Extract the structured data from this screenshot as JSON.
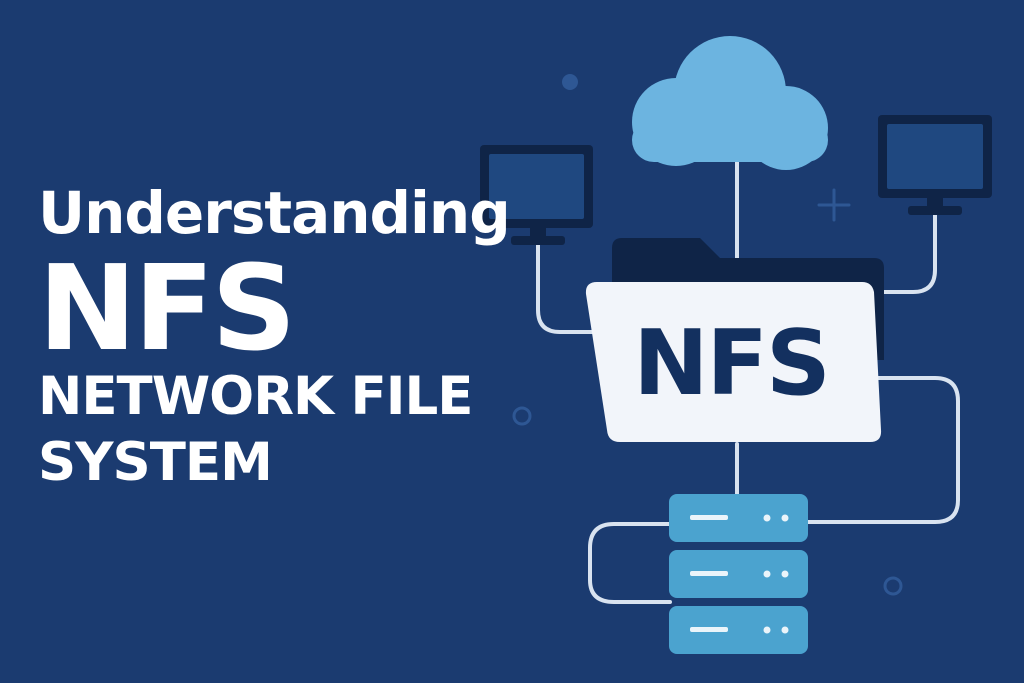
{
  "title": {
    "line1": "Understanding",
    "line2": "NFS",
    "line3": "NETWORK FILE",
    "line4": "SYSTEM"
  },
  "diagram": {
    "folder_label": "NFS",
    "icons": [
      "cloud-icon",
      "monitor-icon",
      "folder-icon",
      "server-icon"
    ]
  },
  "colors": {
    "background": "#1b3b70",
    "cloud": "#6cb4e0",
    "monitor": "#1f4880",
    "monitor_dark": "#0f2447",
    "folder_back": "#0f2447",
    "folder_front": "#f2f5fa",
    "server": "#4ba3cf",
    "connector": "#d9e3f0",
    "folder_text": "#13305f"
  }
}
